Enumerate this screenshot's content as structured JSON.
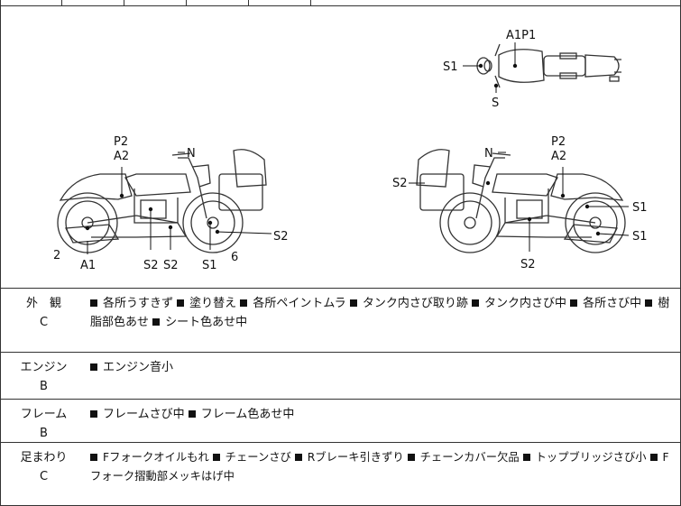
{
  "header": {
    "partial_text": "　"
  },
  "diagram": {
    "labels": {
      "top_a1p1": "A1P1",
      "top_s1": "S1",
      "top_s": "S",
      "left_p2": "P2",
      "left_a2": "A2",
      "left_n": "N",
      "left_2": "2",
      "left_a1": "A1",
      "left_s2a": "S2",
      "left_s2b": "S2",
      "left_s1": "S1",
      "left_6": "6",
      "left_s2_right": "S2",
      "right_n": "N",
      "right_p2": "P2",
      "right_a2": "A2",
      "right_s2_left": "S2",
      "right_s1_top": "S1",
      "right_s1_bottom": "S1",
      "right_s2_bottom": "S2"
    }
  },
  "sections": [
    {
      "name": "外　観",
      "grade": "C",
      "items": [
        "各所うすきず",
        "塗り替え",
        "各所ペイントムラ",
        "タンク内さび取り跡",
        "タンク内さび中",
        "各所さび中",
        "樹脂部色あせ",
        "シート色あせ中"
      ]
    },
    {
      "name": "エンジン",
      "grade": "B",
      "items": [
        "エンジン音小"
      ]
    },
    {
      "name": "フレーム",
      "grade": "B",
      "items": [
        "フレームさび中",
        "フレーム色あせ中"
      ]
    },
    {
      "name": "足まわり",
      "grade": "C",
      "items": [
        "Fフォークオイルもれ",
        "チェーンさび",
        "Rブレーキ引きずり",
        "チェーンカバー欠品",
        "トップブリッジさび小",
        "Fフォーク摺動部メッキはげ中"
      ]
    }
  ]
}
